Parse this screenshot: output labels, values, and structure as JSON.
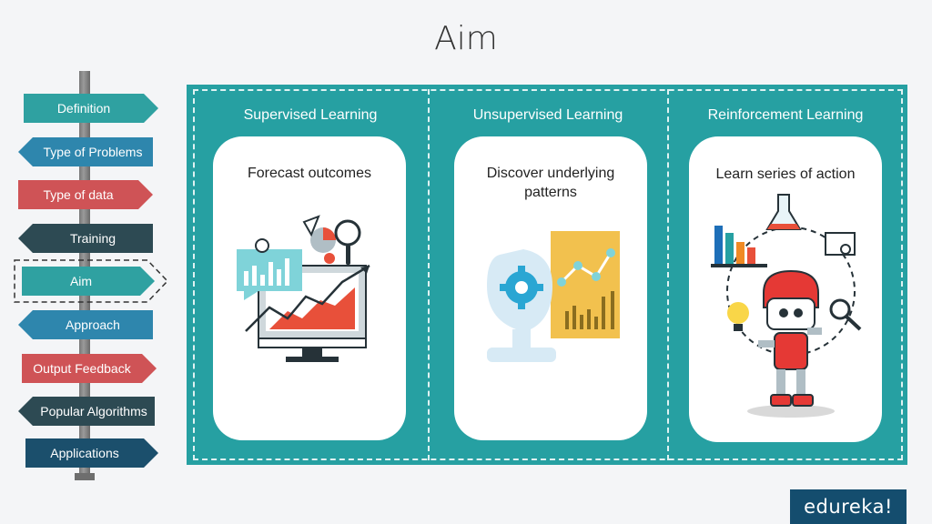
{
  "title": "Aim",
  "nav": {
    "items": [
      {
        "label": "Definition",
        "color": "#2fa1a1"
      },
      {
        "label": "Type of Problems",
        "color": "#2e86ad"
      },
      {
        "label": "Type of data",
        "color": "#cf5356"
      },
      {
        "label": "Training",
        "color": "#2d4a53"
      },
      {
        "label": "Aim",
        "color": "#2fa1a1"
      },
      {
        "label": "Approach",
        "color": "#2e86ad"
      },
      {
        "label": "Output Feedback",
        "color": "#cf5356"
      },
      {
        "label": "Popular Algorithms",
        "color": "#2d4a53"
      },
      {
        "label": "Applications",
        "color": "#1b4f6c"
      }
    ]
  },
  "columns": [
    {
      "heading": "Supervised Learning",
      "card_text": "Forecast outcomes"
    },
    {
      "heading": "Unsupervised Learning",
      "card_text": "Discover underlying patterns"
    },
    {
      "heading": "Reinforcement Learning",
      "card_text": "Learn series of action"
    }
  ],
  "brand": "edureka!",
  "colors": {
    "panel": "#26a0a2",
    "brand": "#144d6e"
  }
}
